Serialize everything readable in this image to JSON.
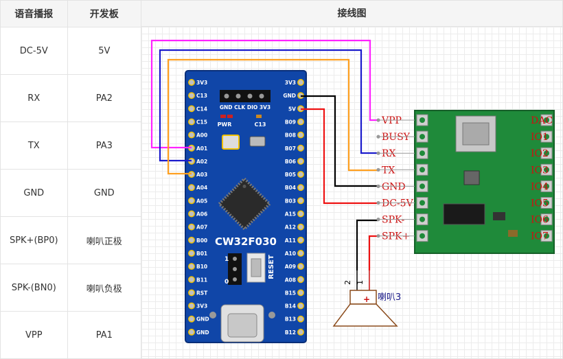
{
  "table": {
    "headers": {
      "voice": "语音播报",
      "board": "开发板",
      "wiring": "接线图"
    },
    "rows": [
      {
        "voice": "DC-5V",
        "board": "5V"
      },
      {
        "voice": "RX",
        "board": "PA2"
      },
      {
        "voice": "TX",
        "board": "PA3"
      },
      {
        "voice": "GND",
        "board": "GND"
      },
      {
        "voice": "SPK+(BP0)",
        "board": "喇叭正极"
      },
      {
        "voice": "SPK-(BN0)",
        "board": "喇叭负极"
      },
      {
        "voice": "VPP",
        "board": "PA1"
      }
    ]
  },
  "board": {
    "name": "CW32F030",
    "left_pins": [
      "3V3",
      "C13",
      "C14",
      "C15",
      "A00",
      "A01",
      "A02",
      "A03",
      "A04",
      "A05",
      "A06",
      "A07",
      "B00",
      "B01",
      "B10",
      "B11",
      "RST",
      "3V3",
      "GND",
      "GND"
    ],
    "right_pins": [
      "3V3",
      "GND",
      "5V",
      "B09",
      "B08",
      "B07",
      "B06",
      "B05",
      "B04",
      "B03",
      "A15",
      "A12",
      "A11",
      "A10",
      "A09",
      "A08",
      "B15",
      "B14",
      "B13",
      "B12"
    ],
    "header_label": "GND CLK DIO 3V3",
    "pwr_label": "PWR",
    "led_label": "C13",
    "reset_label": "RESET",
    "jumper_0": "0",
    "jumper_1": "1"
  },
  "module": {
    "left_pins": [
      "VPP",
      "BUSY",
      "RX",
      "TX",
      "GND",
      "DC-5V",
      "SPK-",
      "SPK+"
    ],
    "right_pins": [
      "DAC",
      "IO1",
      "IO2",
      "IO3",
      "IO4",
      "IO5",
      "IO6",
      "IO7"
    ]
  },
  "speaker": {
    "label": "喇叭3",
    "pin_2": "2",
    "pin_1": "1",
    "plus": "+"
  },
  "colors": {
    "board_blue": "#1046a8",
    "module_green": "#1f8a3a",
    "wire_vpp": "#ff22ff",
    "wire_rx": "#1a1acc",
    "wire_tx": "#ffa020",
    "wire_gnd": "#000000",
    "wire_5v": "#ee1111",
    "label_red": "#cc1111"
  }
}
